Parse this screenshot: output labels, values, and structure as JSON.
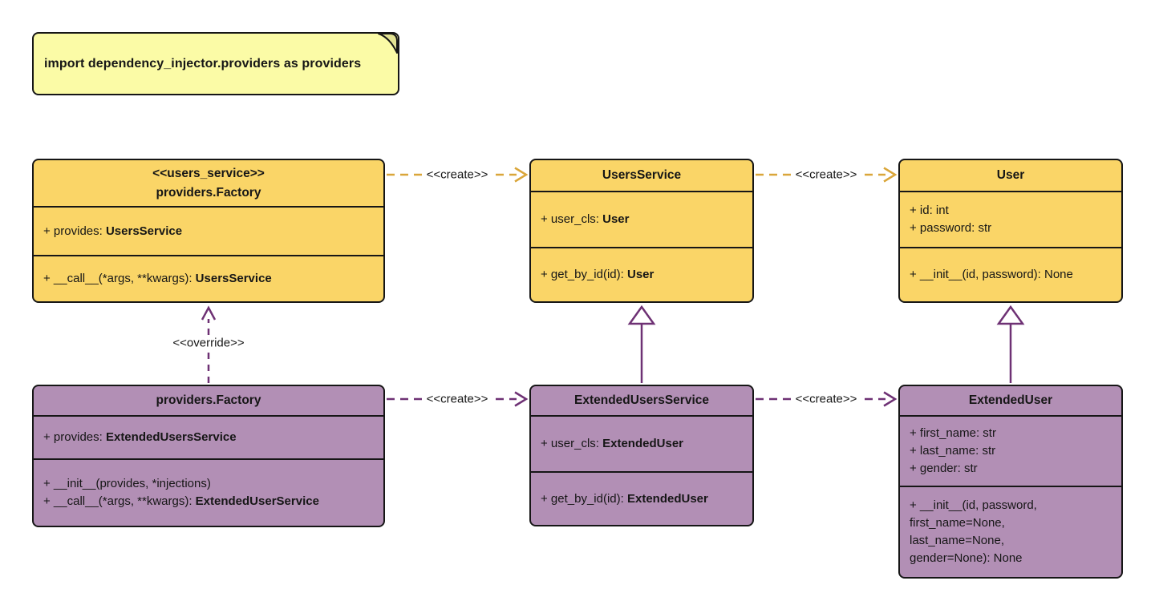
{
  "note": {
    "text": "import dependency_injector.providers as providers"
  },
  "classes": [
    {
      "stereotype": "<<users_service>>",
      "name": "providers.Factory",
      "attributes": [
        {
          "t": "+ provides: ",
          "b": "UsersService"
        }
      ],
      "methods": [
        {
          "t": "+ __call__(*args, **kwargs): ",
          "b": "UsersService"
        }
      ]
    },
    {
      "name": "UsersService",
      "attributes": [
        {
          "t": "+ user_cls: ",
          "b": "User"
        }
      ],
      "methods": [
        {
          "t": "+ get_by_id(id): ",
          "b": "User"
        }
      ]
    },
    {
      "name": "User",
      "attributes": [
        {
          "t": "+ id: int"
        },
        {
          "t": "+ password: str"
        }
      ],
      "methods": [
        {
          "t": "+ __init__(id, password): None"
        }
      ]
    },
    {
      "name": "providers.Factory",
      "attributes": [
        {
          "t": "+ provides: ",
          "b": "ExtendedUsersService"
        }
      ],
      "methods": [
        {
          "t": "+ __init__(provides, *injections)"
        },
        {
          "t": "+ __call__(*args, **kwargs): ",
          "b": "ExtendedUserService"
        }
      ]
    },
    {
      "name": "ExtendedUsersService",
      "attributes": [
        {
          "t": "+ user_cls: ",
          "b": "ExtendedUser"
        }
      ],
      "methods": [
        {
          "t": "+ get_by_id(id): ",
          "b": "ExtendedUser"
        }
      ]
    },
    {
      "name": "ExtendedUser",
      "attributes": [
        {
          "t": "+ first_name: str"
        },
        {
          "t": "+ last_name: str"
        },
        {
          "t": "+ gender: str"
        }
      ],
      "methods": [
        {
          "t": "+ __init__(id, password,"
        },
        {
          "t": "first_name=None,"
        },
        {
          "t": "last_name=None,"
        },
        {
          "t": "gender=None): None"
        }
      ]
    }
  ],
  "edges": {
    "create_label": "<<create>>",
    "override_label": "<<override>>"
  },
  "colors": {
    "class_yellow": "#FAD567",
    "class_purple": "#B28FB5",
    "arrow_gold": "#DAA63A",
    "arrow_purple": "#6E3174",
    "note_fill": "#FBFBA6",
    "note_fold": "#E3E393",
    "border": "#161616"
  }
}
